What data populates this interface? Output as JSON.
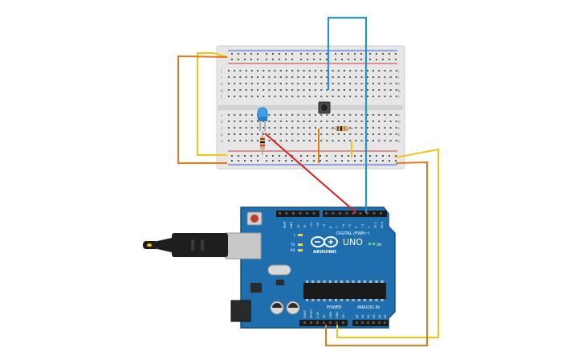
{
  "colors": {
    "board_blue": "#1f6fae",
    "board_edge": "#15527f",
    "breadboard": "#e4e4e4",
    "rail_red": "#d03a3a",
    "rail_blue": "#3a5fcf",
    "wire_orange": "#e07b16",
    "wire_yellow": "#f2c416",
    "wire_blue": "#2a8fcb",
    "wire_red": "#d42020",
    "led": "#3d9ee8",
    "resistor": "#d9b07a"
  },
  "board": {
    "brand": "ARDUINO",
    "model": "UNO",
    "digital_label": "DIGITAL (PWM~)",
    "power_label": "POWER",
    "analog_label": "ANALOG IN",
    "on_label": "ON",
    "tx_label": "TX",
    "rx_label": "RX",
    "l_label": "L",
    "aref_label": "AREF",
    "gnd_label": "GND",
    "digital_pins": [
      "13",
      "12",
      "~11",
      "~10",
      "~9",
      "8",
      "7",
      "~6",
      "~5",
      "4",
      "~3",
      "2",
      "TX 1",
      "RX 0"
    ],
    "power_pins": [
      "IOREF",
      "RESET",
      "3.3V",
      "5V",
      "GND",
      "GND",
      "Vin"
    ],
    "analog_pins": [
      "A0",
      "A1",
      "A2",
      "A3",
      "A4",
      "A5"
    ]
  },
  "breadboard": {
    "rows_top": [
      "j",
      "i",
      "h",
      "g",
      "f"
    ],
    "rows_bottom": [
      "e",
      "d",
      "c",
      "b",
      "a"
    ]
  },
  "icons": [
    "usb-cable-icon",
    "arduino-infinity-logo-icon"
  ]
}
